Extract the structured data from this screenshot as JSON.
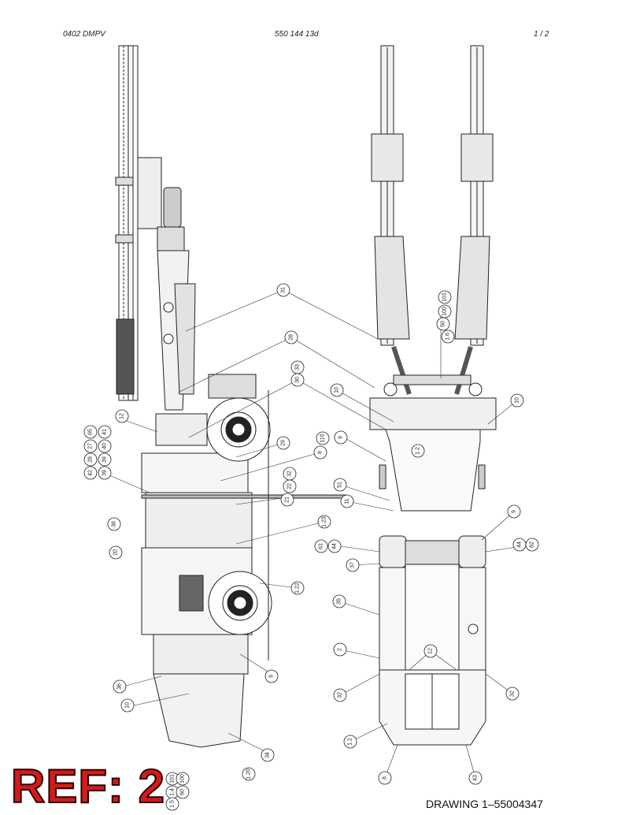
{
  "header": {
    "left": "0402 DMPV",
    "center": "550 144 13d",
    "right": "1 /  2"
  },
  "footer": {
    "ref_label": "REF: 2",
    "drawing_number": "DRAWING 1–55004347"
  },
  "colors": {
    "ref_fill": "#d41a1a",
    "line": "#222222"
  },
  "balloons": {
    "side": [
      "31",
      "28",
      "33",
      "30",
      "12",
      "65",
      "41",
      "27",
      "40",
      "39",
      "42",
      "28",
      "39",
      "38",
      "29",
      "110",
      "8",
      "32",
      "22",
      "21",
      "20",
      "1.23",
      "1.22",
      "36",
      "10",
      "9",
      "34",
      "1.20",
      "1.4",
      "1.5",
      "101",
      "100",
      "60"
    ],
    "top": [
      "101",
      "100",
      "50",
      "1.6",
      "10",
      "10",
      "9",
      "1.2",
      "51",
      "11",
      "9",
      "61",
      "44",
      "44",
      "62",
      "37",
      "35",
      "2",
      "12",
      "32",
      "32",
      "1.2",
      "8",
      "43"
    ]
  }
}
